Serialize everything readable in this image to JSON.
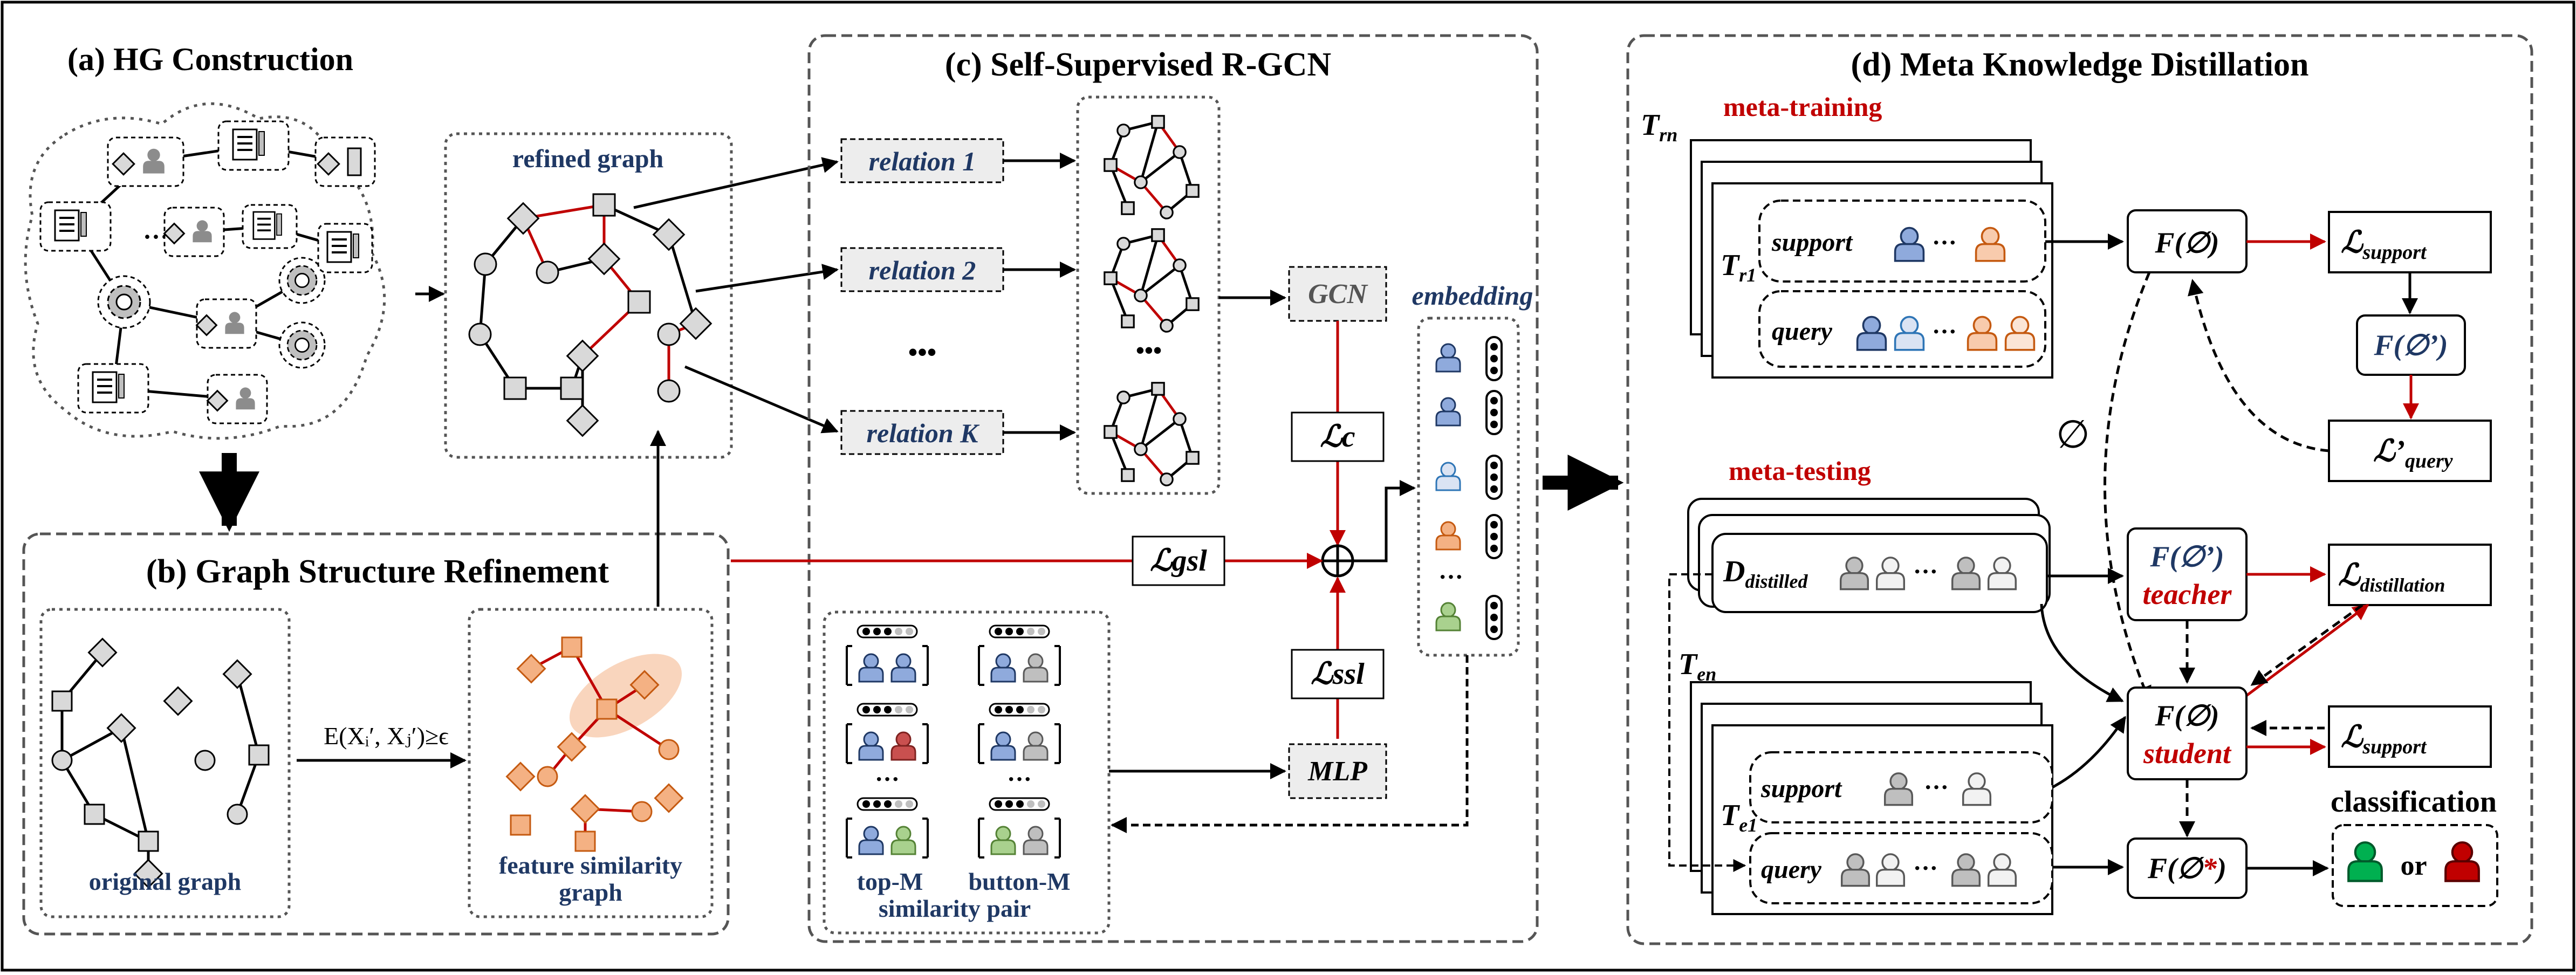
{
  "colors": {
    "red": "#c00000",
    "navy": "#1f3864",
    "node_fill": "#d9d9d9",
    "orange_fill": "#f4b183",
    "blue_person": "#8faadc",
    "light_blue_person": "#dae3f3",
    "red_person": "#c9504f",
    "green_person": "#a9d18e",
    "gray_person": "#bfbfbf",
    "green_class": "#00b050",
    "red_class": "#c00000"
  },
  "panel_a": {
    "title": "(a) HG Construction",
    "ellipsis": "···"
  },
  "panel_b": {
    "title": "(b) Graph Structure Refinement",
    "original_graph": "original graph",
    "condition": "E(Xᵢ′, Xⱼ′)≥ϵ",
    "feature_similarity": "feature similarity",
    "graph": "graph"
  },
  "refined": {
    "label": "refined graph"
  },
  "panel_c": {
    "title": "(c) Self-Supervised R-GCN",
    "relation_1": "relation 1",
    "relation_2": "relation 2",
    "relation_k": "relation K",
    "dots": "•••",
    "gcn": "GCN",
    "mlp": "MLP",
    "embedding": "embedding",
    "loss_c": "ℒc",
    "loss_gsl": "ℒgsl",
    "loss_ssl": "ℒssl",
    "top_m": "top-M",
    "button_m": "button-M",
    "similarity_pair": "similarity pair",
    "small_dots": "···"
  },
  "panel_d": {
    "title": "(d) Meta Knowledge Distillation",
    "meta_training": "meta-training",
    "meta_testing": "meta-testing",
    "t_rn": "T",
    "t_rn_sub": "rn",
    "t_r1": "T",
    "t_r1_sub": "r1",
    "t_en": "T",
    "t_en_sub": "en",
    "t_e1": "T",
    "t_e1_sub": "e1",
    "support": "support",
    "query": "query",
    "d_distilled": "D",
    "d_distilled_sub": "distilled",
    "f_phi": "F(∅)",
    "f_phi_prime": "F(∅’)",
    "f_phi_star": "F(∅",
    "star": "*",
    "close_paren": ")",
    "teacher": "teacher",
    "student": "student",
    "l_support": "ℒ",
    "l_support_sub": "support",
    "l_query": "ℒ’",
    "l_query_sub": "query",
    "l_distillation": "ℒ",
    "l_distillation_sub": "distillation",
    "phi": "∅",
    "classification": "classification",
    "or": "or",
    "dots": "···"
  }
}
